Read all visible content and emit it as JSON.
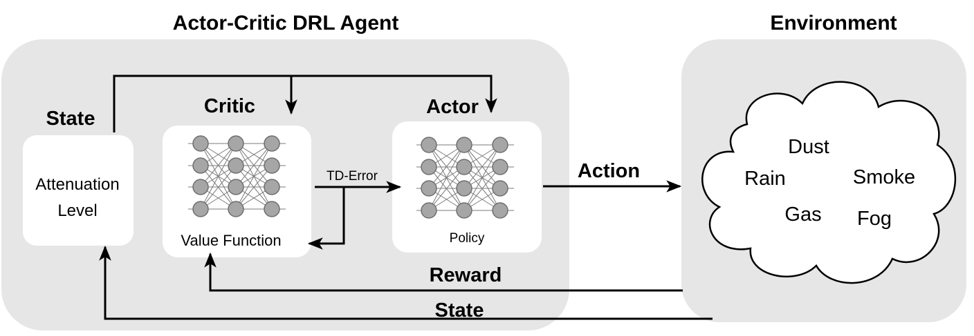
{
  "agent": {
    "title": "Actor-Critic DRL Agent",
    "state_heading": "State",
    "state_box_line1": "Attenuation",
    "state_box_line2": "Level",
    "critic_heading": "Critic",
    "critic_caption": "Value Function",
    "actor_heading": "Actor",
    "actor_caption": "Policy",
    "td_error_label": "TD-Error"
  },
  "environment": {
    "title": "Environment",
    "conditions": [
      "Dust",
      "Rain",
      "Smoke",
      "Gas",
      "Fog"
    ]
  },
  "signals": {
    "action_label": "Action",
    "reward_label": "Reward",
    "state_feedback_label": "State"
  },
  "colors": {
    "panel": "#e6e6e6",
    "node_fill": "#a6a6a6",
    "line": "#000000"
  }
}
